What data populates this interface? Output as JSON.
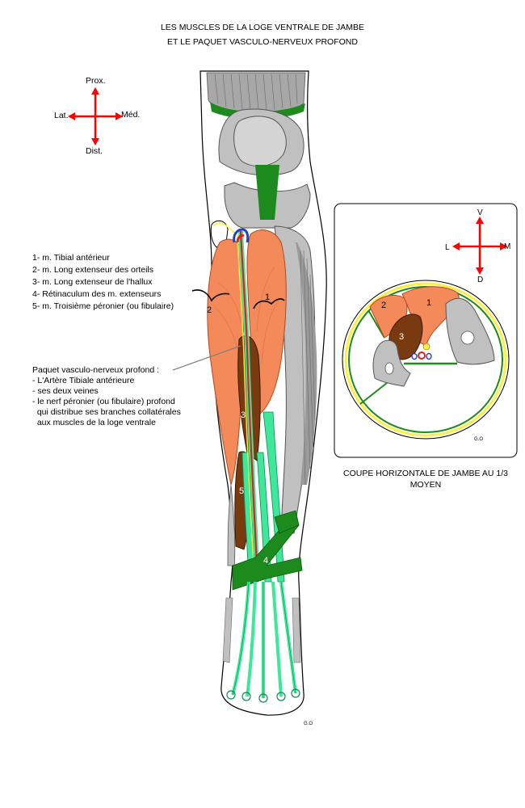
{
  "title": {
    "line1": "LES MUSCLES DE LA LOGE VENTRALE DE JAMBE",
    "line2": "ET LE PAQUET VASCULO-NERVEUX PROFOND"
  },
  "orientation_main": {
    "prox": "Prox.",
    "dist": "Dist.",
    "lat": "Lat.",
    "med": "Méd."
  },
  "orientation_section": {
    "v": "V",
    "d": "D",
    "l": "L",
    "m": "M"
  },
  "legend": [
    "1- m. Tibial antérieur",
    "2- m. Long extenseur des orteils",
    "3- m. Long extenseur de l'hallux",
    "4- Rétinaculum des m. extenseurs",
    "5- m. Troisième péronier (ou fibulaire)"
  ],
  "vascular_bundle": {
    "heading": "Paquet vasculo-nerveux profond :",
    "items": [
      "- L'Artère Tibiale antérieure",
      "- ses deux veines",
      "- le nerf péronier (ou fibulaire) profond",
      "  qui distribue ses branches collatérales",
      "  aux muscles de la loge ventrale"
    ]
  },
  "leg_labels": [
    "1",
    "2",
    "3",
    "4",
    "5"
  ],
  "section_labels": [
    "1",
    "2",
    "3"
  ],
  "section_caption": {
    "line1": "COUPE HORIZONTALE DE JAMBE AU 1/3",
    "line2": "MOYEN"
  },
  "signature": "G.O",
  "colors": {
    "muscle_orange": "#f4895a",
    "muscle_brown": "#7a3a10",
    "tendon_green": "#3ee89a",
    "retinaculum_green": "#1c8a1c",
    "bone_grey": "#c0c0c0",
    "artery_red": "#e02020",
    "vein_blue": "#2040d0",
    "nerve_yellow": "#ffee44",
    "arrow_red": "#ff0000"
  }
}
